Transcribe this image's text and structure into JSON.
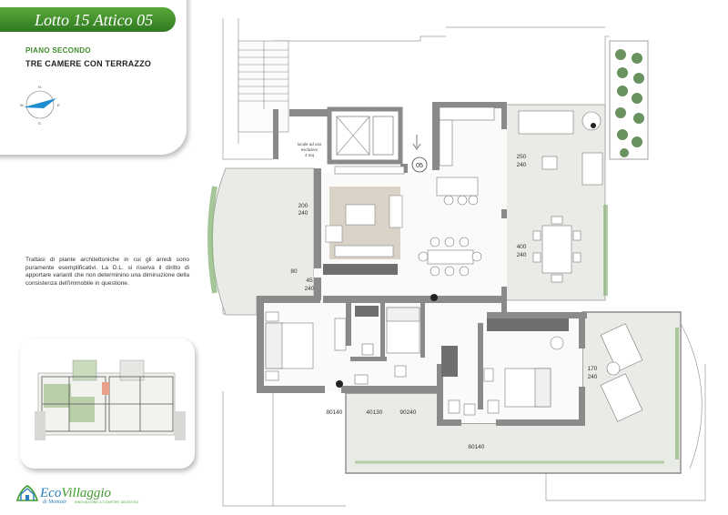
{
  "header": {
    "title": "Lotto  15 Attico 05",
    "floor": "PIANO  SECONDO",
    "type": "TRE CAMERE CON  TERRAZZO"
  },
  "note": "Trattasi di piante architettoniche in cui gli arredi sono puramente esemplificativi. La D.L. si riserva il diritto di apportare varianti  che non determinino una diminuzione della consistenza dell'immobile in questione.",
  "logo": {
    "main_1": "Eco",
    "main_2": "Villaggio",
    "sub": "di Montale",
    "tagline": "INNOVAZIONE & COMFORT ABITATIVO"
  },
  "compass": {
    "n": "N",
    "s": "S",
    "e": "E",
    "w": "W"
  },
  "plan": {
    "unit_number": "05",
    "storage_label_1": "locale ad uso",
    "storage_label_2": "esclusivo",
    "storage_label_3": "4 mq",
    "openings": {
      "living_left": [
        "200",
        "240"
      ],
      "kitchen_terrace": [
        "250",
        "240"
      ],
      "living_right": [
        "400",
        "240"
      ],
      "small_1": [
        "45",
        "240"
      ],
      "small_2": "80",
      "bedroom_right": [
        "170",
        "240"
      ],
      "bottom_1": [
        "80",
        "140"
      ],
      "bottom_2": [
        "40",
        "130"
      ],
      "bottom_3": [
        "90",
        "240"
      ],
      "bottom_4": [
        "80",
        "140"
      ]
    }
  },
  "colors": {
    "brand_green": "#3f8f2c",
    "brand_blue": "#2b7fbf",
    "wall": "#8a8a8a",
    "terrace": "#e9ebe6",
    "floor": "#fafaf8"
  }
}
